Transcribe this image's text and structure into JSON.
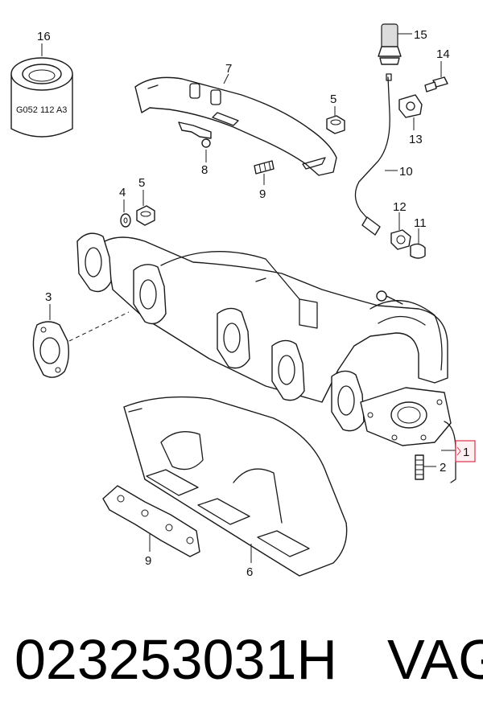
{
  "callouts": {
    "c1": "1",
    "c2": "2",
    "c3": "3",
    "c4": "4",
    "c5a": "5",
    "c5b": "5",
    "c6": "6",
    "c7": "7",
    "c8": "8",
    "c9a": "9",
    "c9b": "9",
    "c10": "10",
    "c11": "11",
    "c12": "12",
    "c13": "13",
    "c14": "14",
    "c15": "15",
    "c16": "16"
  },
  "filter_label": "G052 112 A3",
  "footer": {
    "part_number": "023253031H",
    "brand": "VAG"
  },
  "colors": {
    "highlight": "#e0304a",
    "line": "#1a1a1a"
  }
}
